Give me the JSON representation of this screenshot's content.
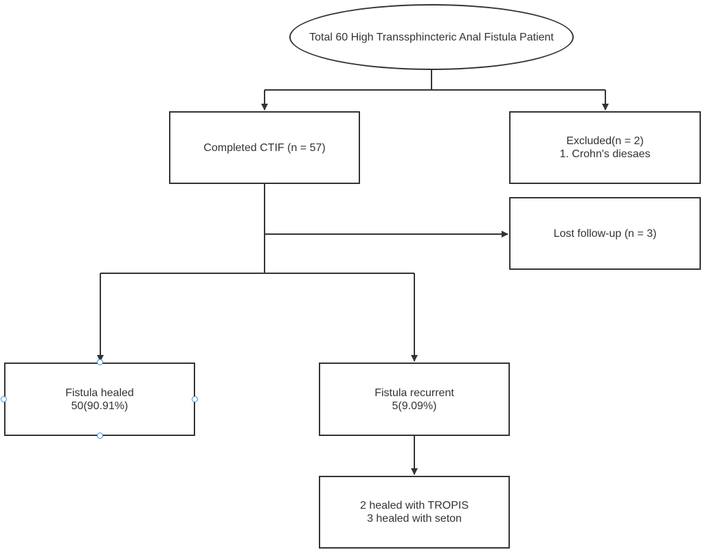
{
  "nodes": {
    "total": {
      "line1": "Total 60 High Transsphincteric Anal Fistula Patient"
    },
    "completed": {
      "line1": "Completed CTIF (n = 57)"
    },
    "excluded": {
      "line1": "Excluded(n = 2)",
      "line2": "1. Crohn's diesaes"
    },
    "lost": {
      "line1": "Lost follow-up (n = 3)"
    },
    "healed": {
      "line1": "Fistula healed",
      "line2": "50(90.91%)"
    },
    "recurrent": {
      "line1": "Fistula recurrent",
      "line2": "5(9.09%)"
    },
    "outcome": {
      "line1": "2 healed with TROPIS",
      "line2": "3 healed with seton"
    }
  },
  "colors": {
    "line": "#333333",
    "selection_handle": "#3b8fd9"
  }
}
